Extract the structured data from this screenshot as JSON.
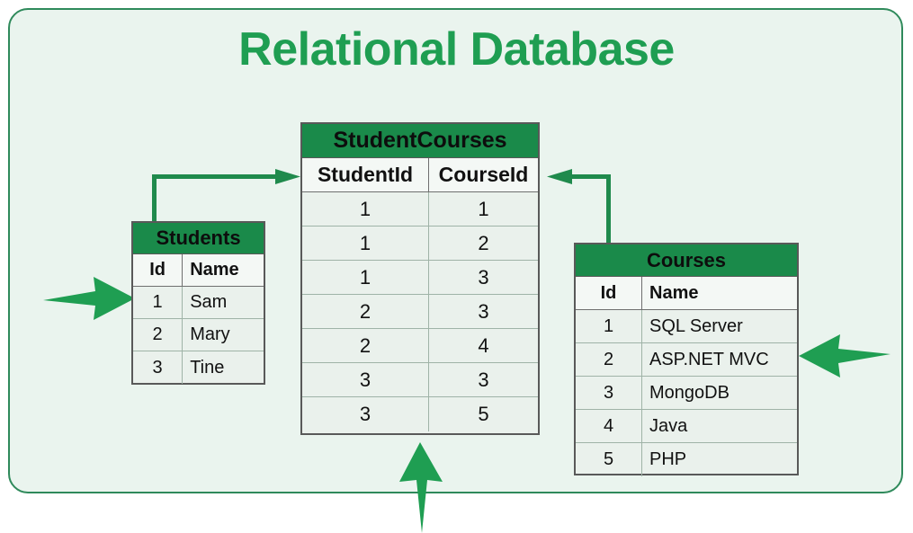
{
  "page": {
    "title": "Relational Database",
    "accent_green": "#1f9e52",
    "header_green": "#1a8a4a",
    "panel_background": "#eaf4ee",
    "arrow_green": "#1f8a4c",
    "border_gray": "#595959"
  },
  "tables": {
    "student_courses": {
      "title": "StudentCourses",
      "columns": [
        "StudentId",
        "CourseId"
      ],
      "rows": [
        [
          "1",
          "1"
        ],
        [
          "1",
          "2"
        ],
        [
          "1",
          "3"
        ],
        [
          "2",
          "3"
        ],
        [
          "2",
          "4"
        ],
        [
          "3",
          "3"
        ],
        [
          "3",
          "5"
        ]
      ]
    },
    "students": {
      "title": "Students",
      "columns": [
        "Id",
        "Name"
      ],
      "rows": [
        [
          "1",
          "Sam"
        ],
        [
          "2",
          "Mary"
        ],
        [
          "3",
          "Tine"
        ]
      ]
    },
    "courses": {
      "title": "Courses",
      "columns": [
        "Id",
        "Name"
      ],
      "rows": [
        [
          "1",
          "SQL Server"
        ],
        [
          "2",
          "ASP.NET MVC"
        ],
        [
          "3",
          "MongoDB"
        ],
        [
          "4",
          "Java"
        ],
        [
          "5",
          "PHP"
        ]
      ]
    }
  },
  "connectors": [
    {
      "name": "students-to-studentcourses",
      "from": "students",
      "to": "student_courses",
      "direction": "right"
    },
    {
      "name": "courses-to-studentcourses",
      "from": "courses",
      "to": "student_courses",
      "direction": "left"
    }
  ],
  "pointers": [
    {
      "name": "pointer-students",
      "direction": "right",
      "target": "students"
    },
    {
      "name": "pointer-courses",
      "direction": "left",
      "target": "courses"
    },
    {
      "name": "pointer-studentcourses",
      "direction": "up",
      "target": "student_courses"
    }
  ]
}
